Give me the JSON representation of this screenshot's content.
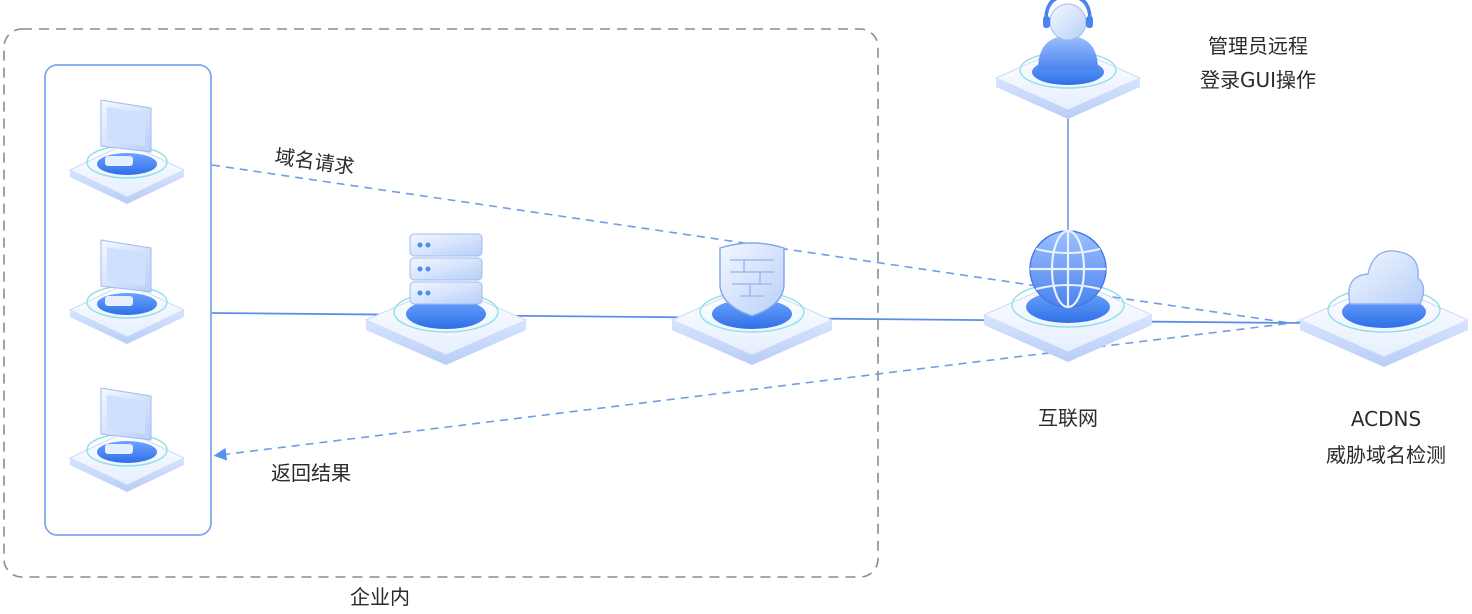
{
  "labels": {
    "domain_request": "域名请求",
    "return_result": "返回结果",
    "enterprise": "企业内",
    "internet": "互联网",
    "admin_line1": "管理员远程",
    "admin_line2": "登录GUI操作",
    "acdns_line1": "ACDNS",
    "acdns_line2": "威胁域名检测"
  },
  "colors": {
    "accent": "#4d8ff0",
    "line": "#6f9de6",
    "dashed_box": "#8a8a96",
    "panel_border": "#7eaaf0"
  },
  "icons": [
    "computer-icon",
    "server-icon",
    "firewall-shield-icon",
    "globe-icon",
    "admin-headset-icon",
    "cloud-icon"
  ]
}
